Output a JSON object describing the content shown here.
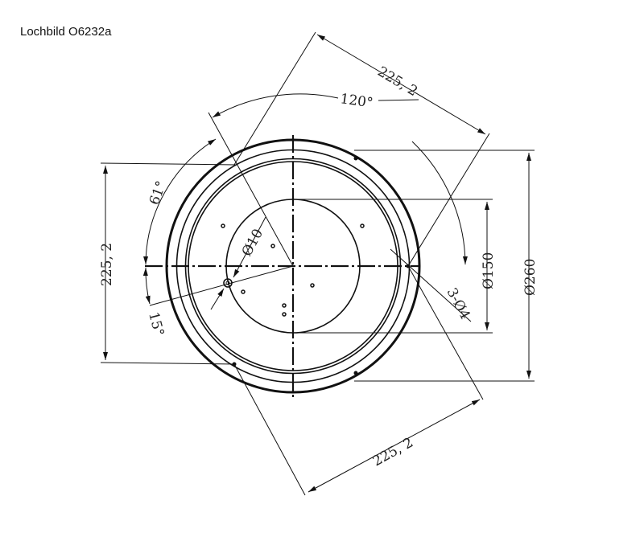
{
  "title": "Lochbild O6232a",
  "dimensions": {
    "top_distance": "225, 2",
    "bottom_distance": "225, 2",
    "left_distance": "225, 2",
    "angle_top": "120°",
    "angle_left": "61°",
    "angle_small": "15°",
    "outer_diameter": "Ø260",
    "inner_diameter": "Ø150",
    "hole_diameter": "Ø10",
    "hole_callout": "3-Ø4"
  }
}
